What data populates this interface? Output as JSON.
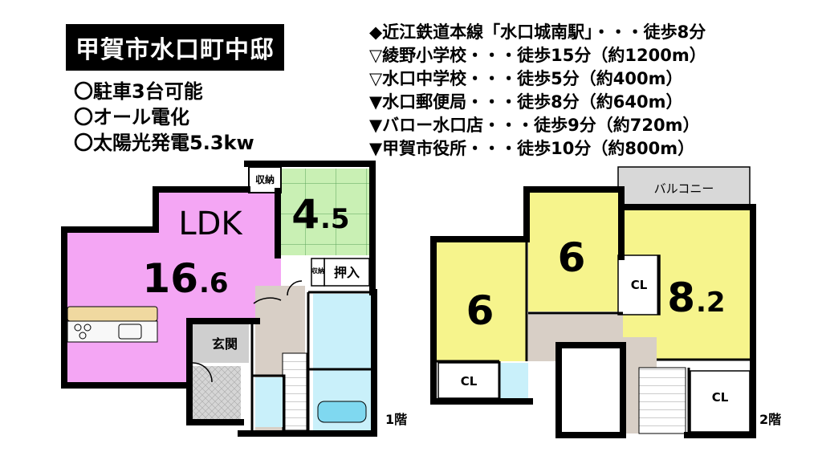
{
  "title": "甲賀市水口町中邸",
  "features": [
    "〇駐車3台可能",
    "〇オール電化",
    "〇太陽光発電5.3kw"
  ],
  "access": [
    "◆近江鉄道本線「水口城南駅」・・・徒歩8分",
    "▽綾野小学校・・・徒歩15分（約1200m）",
    "▽水口中学校・・・徒歩5分（約400m）",
    "▼水口郵便局・・・徒歩8分（約640m）",
    "▼バロー水口店・・・徒歩9分（約720m）",
    "▼甲賀市役所・・・徒歩10分（約800m）"
  ],
  "floor1": {
    "label": "1階",
    "ldk_name": "LDK",
    "ldk_size_int": "16",
    "ldk_size_dec": ".6",
    "room_int": "4",
    "room_dec": ".5",
    "storage": "収納",
    "storage_small": "収納",
    "oshiire": "押入",
    "genkan": "玄関"
  },
  "floor2": {
    "label": "2階",
    "room_left": "6",
    "room_mid": "6",
    "room_right_int": "8",
    "room_right_dec": ".2",
    "balcony": "バルコニー",
    "closet": "CL"
  },
  "colors": {
    "ldk": "#f4a6f4",
    "washitsu": "#c9f0b4",
    "bedroom": "#f6f48c",
    "water": "#c9f0fa",
    "hall": "#d8cfc6",
    "kitchen": "#f0d9a0",
    "balcony": "#d8d8d8",
    "genkan": "#cfcfcf"
  }
}
